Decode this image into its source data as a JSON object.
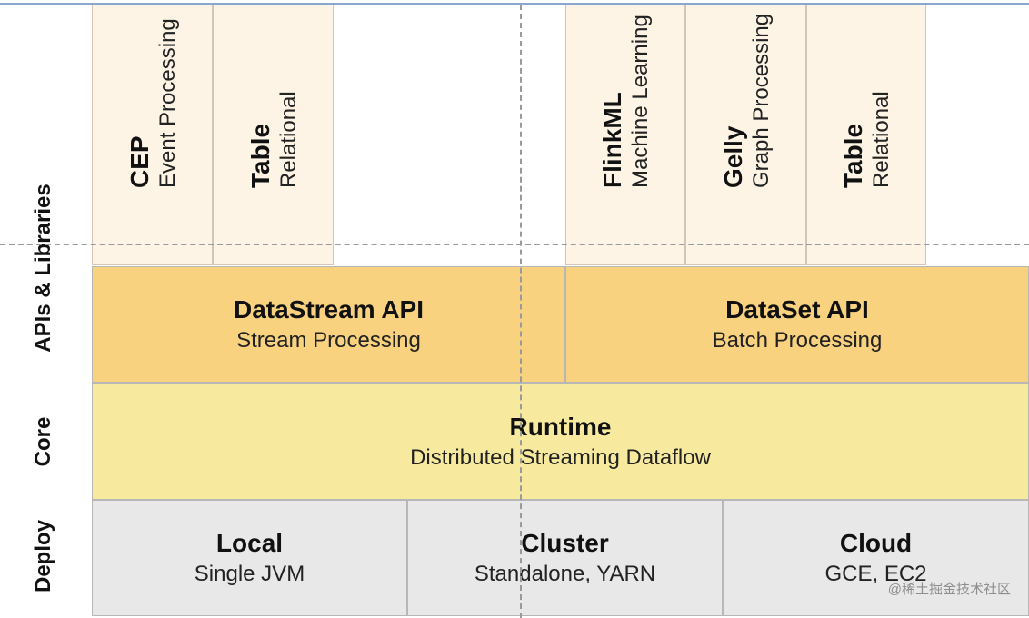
{
  "layers": {
    "apis": "APIs & Libraries",
    "core": "Core",
    "deploy": "Deploy"
  },
  "stream_libs": [
    {
      "name": "CEP",
      "desc": "Event Processing"
    },
    {
      "name": "Table",
      "desc": "Relational"
    }
  ],
  "batch_libs": [
    {
      "name": "FlinkML",
      "desc": "Machine Learning"
    },
    {
      "name": "Gelly",
      "desc": "Graph Processing"
    },
    {
      "name": "Table",
      "desc": "Relational"
    }
  ],
  "apis": {
    "datastream": {
      "title": "DataStream API",
      "subtitle": "Stream Processing"
    },
    "dataset": {
      "title": "DataSet API",
      "subtitle": "Batch Processing"
    }
  },
  "core": {
    "title": "Runtime",
    "subtitle": "Distributed Streaming Dataflow"
  },
  "deploy": [
    {
      "title": "Local",
      "subtitle": "Single JVM"
    },
    {
      "title": "Cluster",
      "subtitle": "Standalone, YARN"
    },
    {
      "title": "Cloud",
      "subtitle": "GCE, EC2"
    }
  ],
  "watermark": "@稀土掘金技术社区",
  "colors": {
    "library_bg": "#fdf4e5",
    "api_bg": "#f9d27f",
    "core_bg": "#f7ea9e",
    "deploy_bg": "#e8e8e8"
  }
}
